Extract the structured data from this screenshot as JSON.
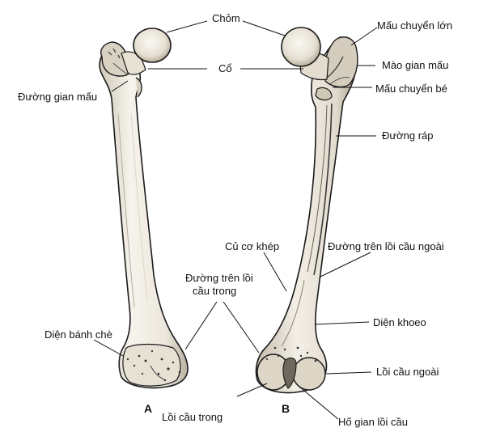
{
  "figure": {
    "view_a_letter": "A",
    "view_b_letter": "B"
  },
  "labels": {
    "chom": "Chỏm",
    "co": "Cổ",
    "duong_gian_mau": "Đường gian mấu",
    "mau_chuyen_lon": "Mấu chuyển lớn",
    "mao_gian_mau": "Mào gian mấu",
    "mau_chuyen_be": "Mấu chuyển bé",
    "duong_rap": "Đường ráp",
    "cu_co_khep": "Củ cơ khép",
    "duong_tren_loi_cau_ngoai": "Đường trên lồi cầu ngoài",
    "duong_tren_loi_cau_trong_1": "Đường trên lồi",
    "duong_tren_loi_cau_trong_2": "cầu trong",
    "dien_banh_che": "Diện bánh chè",
    "dien_khoeo": "Diện khoeo",
    "loi_cau_ngoai": "Lồi cầu ngoài",
    "loi_cau_trong": "Lồi cầu trong",
    "ho_gian_loi_cau": "Hố gian lồi cầu"
  },
  "colors": {
    "bone_fill": "#f1ede4",
    "bone_shade": "#c9c2b3",
    "outline": "#1a1a1a",
    "leader": "#111111"
  }
}
